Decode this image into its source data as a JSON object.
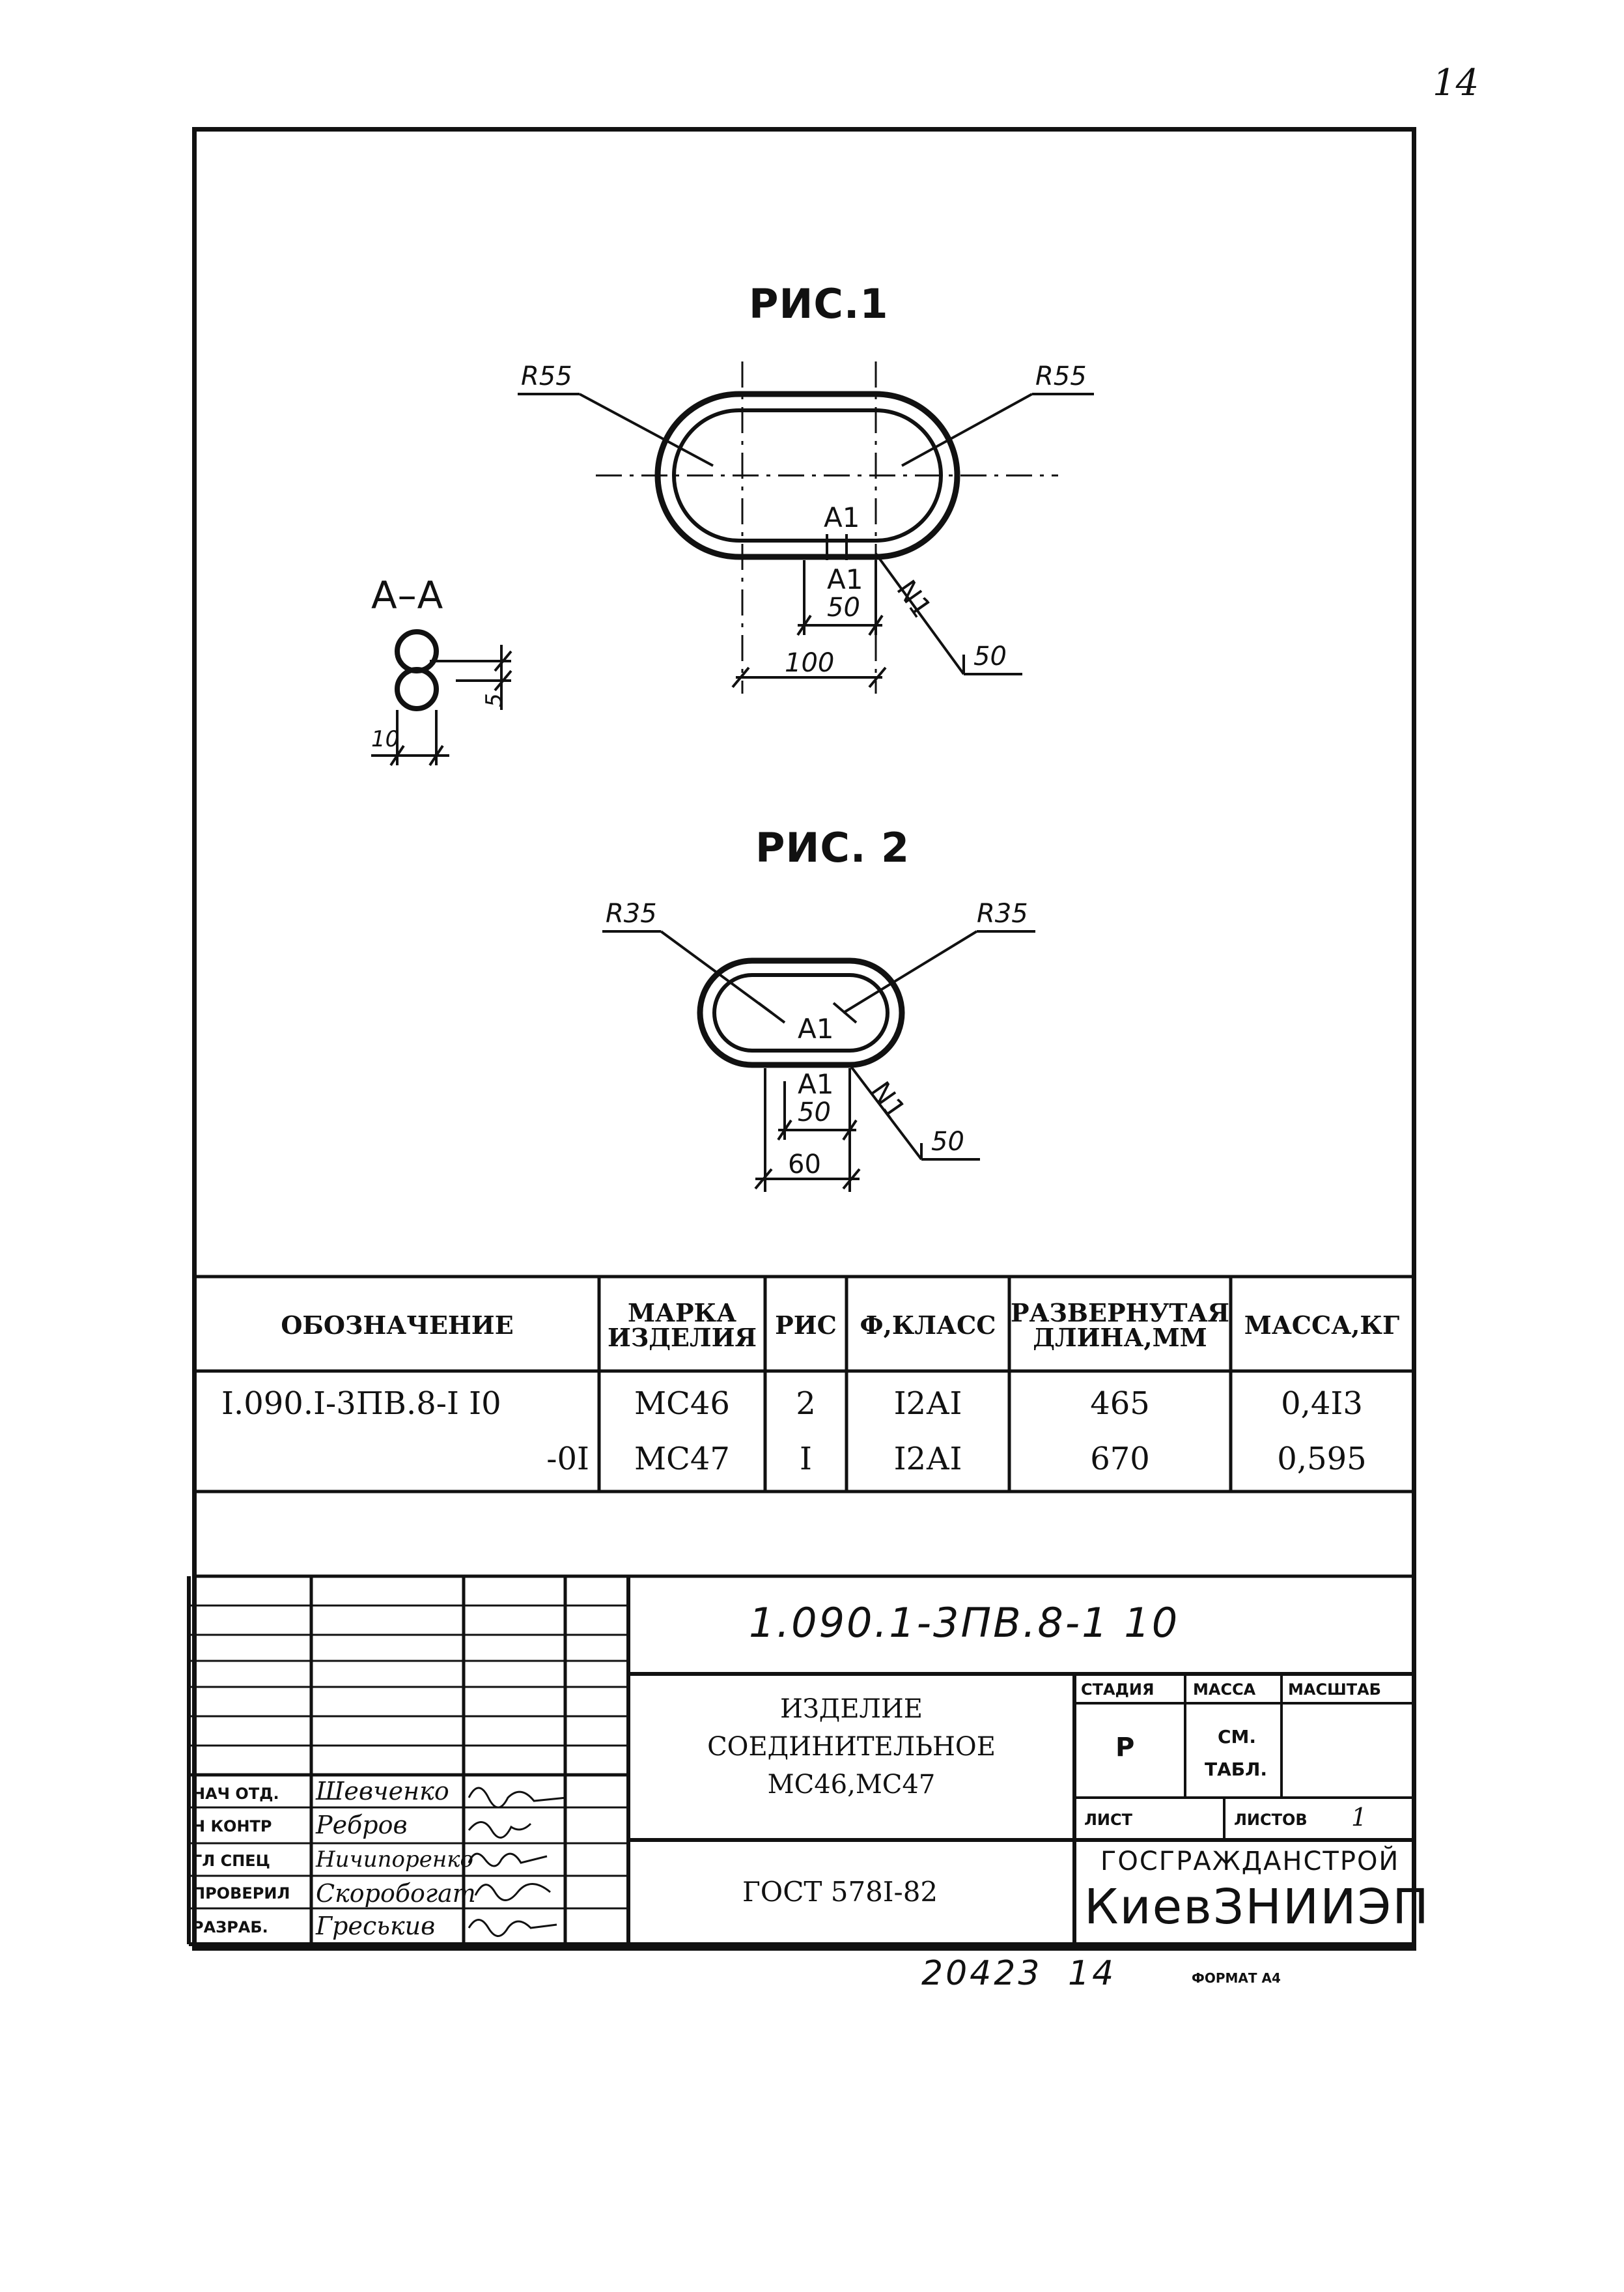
{
  "sheet_number": "14",
  "figure1": {
    "title": "РИС.1",
    "radius_left": "R55",
    "radius_right": "R55",
    "inner_label": "A1",
    "section_label": "A1",
    "dim_50": "50",
    "dim_100": "100",
    "leader": "N1",
    "weld_dim": "50"
  },
  "section_aa": {
    "title": "А–А",
    "dim_10": "10",
    "dim_5": "5"
  },
  "figure2": {
    "title": "РИС. 2",
    "radius_left": "R35",
    "radius_right": "R35",
    "inner_label": "A1",
    "section_label": "A1",
    "dim_50": "50",
    "dim_60": "60",
    "leader": "N1",
    "weld_dim": "50"
  },
  "spec_table": {
    "headers": [
      "ОБОЗНАЧЕНИЕ",
      "МАРКА ИЗДЕЛИЯ",
      "РИС",
      "Ф,КЛАСС",
      "РАЗВЕРНУТАЯ ДЛИНА,ММ",
      "МАССА,КГ"
    ],
    "rows": [
      [
        "I.090.I-3ПВ.8-I I0",
        "МС46",
        "2",
        "I2АI",
        "465",
        "0,4I3"
      ],
      [
        "-0I",
        "МС47",
        "I",
        "I2АI",
        "670",
        "0,595"
      ]
    ]
  },
  "title_block": {
    "doc_code": "1.090.1-3ПВ.8-1 10",
    "item_title_1": "ИЗДЕЛИЕ",
    "item_title_2": "СОЕДИНИТЕЛЬНОЕ",
    "item_title_3": "МС46,МС47",
    "gost": "ГОСТ 578I-82",
    "col_stage": "СТАДИЯ",
    "col_mass": "МАССА",
    "col_scale": "МАСШТАБ",
    "stage_value": "Р",
    "mass_value_1": "СМ.",
    "mass_value_2": "ТАБЛ.",
    "sheet_label": "ЛИСТ",
    "sheets_label": "ЛИСТОВ",
    "sheets_value": "1",
    "org_line1": "ГОСГРАЖДАНСТРОЙ",
    "org_line2": "КиевЗНИИЭП",
    "roles": [
      {
        "role": "НАЧ ОТД.",
        "name": "Шевченко"
      },
      {
        "role": "Н КОНТР",
        "name": "Ребров"
      },
      {
        "role": "ГЛ СПЕЦ",
        "name": "Ничипоренко"
      },
      {
        "role": "ПРОВЕРИЛ",
        "name": "Скоробогат"
      },
      {
        "role": "РАЗРАБ.",
        "name": "Греськив"
      }
    ]
  },
  "footer": {
    "inventory": "20423",
    "page": "14",
    "format": "ФОРМАТ А4"
  }
}
